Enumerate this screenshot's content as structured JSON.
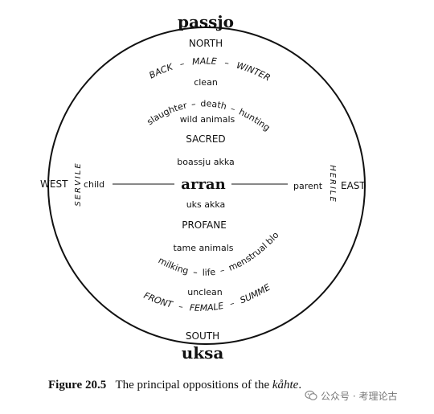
{
  "diagram": {
    "top_term": "passjo",
    "bottom_term": "uksa",
    "center_term": "arran",
    "north": "NORTH",
    "south": "SOUTH",
    "west": "WEST",
    "east": "EAST",
    "west_child": "child",
    "east_parent": "parent",
    "servile": "SERVILE",
    "herile": "HERILE",
    "upper_arc_1": [
      "BACK",
      "MALE",
      "WINTER"
    ],
    "clean": "clean",
    "upper_arc_2": [
      "slaughter",
      "death",
      "hunting blood"
    ],
    "wild_animals": "wild animals",
    "sacred": "SACRED",
    "boassju_akka": "boassju akka",
    "uks_akka": "uks akka",
    "profane": "PROFANE",
    "tame_animals": "tame animals",
    "lower_arc_2": [
      "milking",
      "life",
      "menstrual blood"
    ],
    "unclean": "unclean",
    "lower_arc_1": [
      "FRONT",
      "FEMALE",
      "SUMMER"
    ],
    "dash": "–"
  },
  "caption": {
    "figure_label": "Figure 20.5",
    "text": "The principal oppositions of the ",
    "term": "kåhte",
    "end": "."
  },
  "watermark": {
    "text": "公众号 · 考理论古"
  }
}
